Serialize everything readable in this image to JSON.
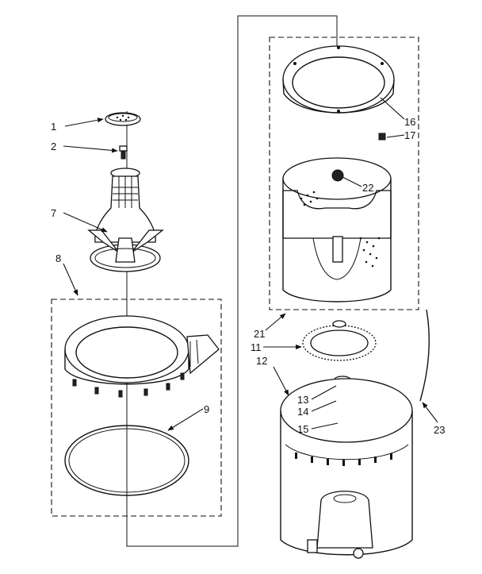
{
  "parts": [
    {
      "id": "1",
      "label": "1"
    },
    {
      "id": "2",
      "label": "2"
    },
    {
      "id": "7",
      "label": "7"
    },
    {
      "id": "8",
      "label": "8"
    },
    {
      "id": "9",
      "label": "9"
    },
    {
      "id": "11",
      "label": "11"
    },
    {
      "id": "12",
      "label": "12"
    },
    {
      "id": "13",
      "label": "13"
    },
    {
      "id": "14",
      "label": "14"
    },
    {
      "id": "15",
      "label": "15"
    },
    {
      "id": "16",
      "label": "16"
    },
    {
      "id": "17",
      "label": "17"
    },
    {
      "id": "21",
      "label": "21"
    },
    {
      "id": "22",
      "label": "22"
    },
    {
      "id": "23",
      "label": "23"
    }
  ],
  "colors": {
    "ink": "#111111",
    "paper": "#ffffff"
  }
}
